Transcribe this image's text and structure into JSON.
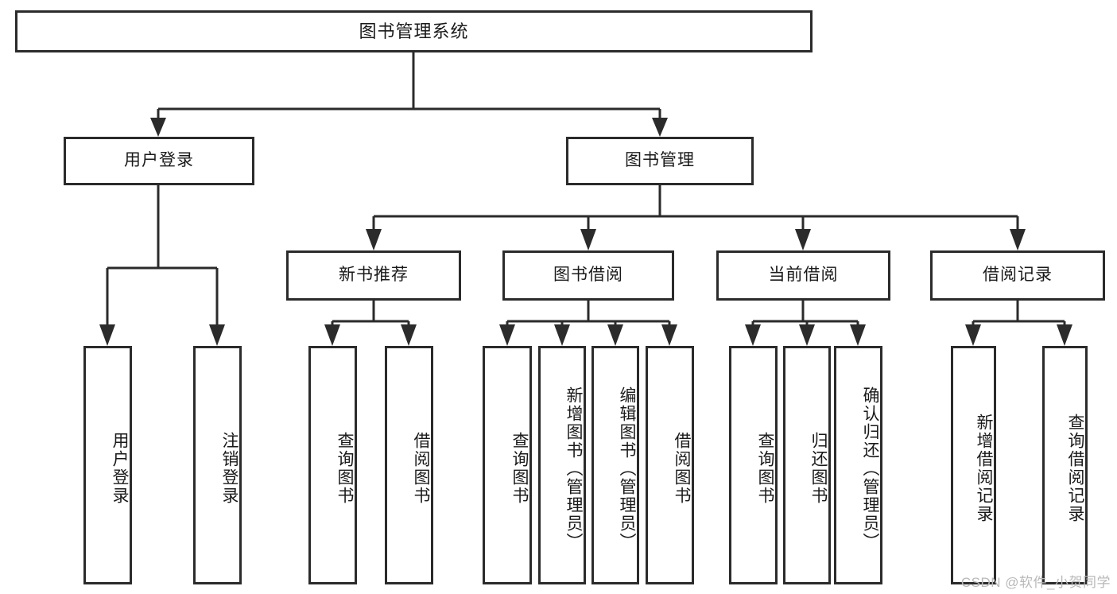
{
  "diagram": {
    "title": "图书管理系统",
    "type": "tree",
    "colors": {
      "background": "#ffffff",
      "box_fill": "#ffffff",
      "stroke": "#2b2b2b",
      "text": "#1a1a1a",
      "watermark": "#b8b8b8"
    },
    "root": {
      "label": "图书管理系统"
    },
    "level2": [
      {
        "id": "user-login",
        "label": "用户登录"
      },
      {
        "id": "book-manage",
        "label": "图书管理"
      }
    ],
    "level3": [
      {
        "id": "new-book-recommend",
        "label": "新书推荐"
      },
      {
        "id": "book-borrow",
        "label": "图书借阅"
      },
      {
        "id": "current-borrow",
        "label": "当前借阅"
      },
      {
        "id": "borrow-record",
        "label": "借阅记录"
      }
    ],
    "leaves": {
      "user_login": [
        {
          "id": "leaf-user-login",
          "label": "用户登录"
        },
        {
          "id": "leaf-logout-login",
          "label": "注销登录"
        }
      ],
      "new_book_recommend": [
        {
          "id": "leaf-query-book-1",
          "label": "查询图书"
        },
        {
          "id": "leaf-borrow-book-1",
          "label": "借阅图书"
        }
      ],
      "book_borrow": [
        {
          "id": "leaf-query-book-2",
          "label": "查询图书"
        },
        {
          "id": "leaf-add-book",
          "label": "新增图书（管理员）"
        },
        {
          "id": "leaf-edit-book",
          "label": "编辑图书（管理员）"
        },
        {
          "id": "leaf-borrow-book-2",
          "label": "借阅图书"
        }
      ],
      "current_borrow": [
        {
          "id": "leaf-query-book-3",
          "label": "查询图书"
        },
        {
          "id": "leaf-return-book",
          "label": "归还图书"
        },
        {
          "id": "leaf-confirm-return",
          "label": "确认归还（管理员）"
        }
      ],
      "borrow_record": [
        {
          "id": "leaf-add-record",
          "label": "新增借阅记录"
        },
        {
          "id": "leaf-query-record",
          "label": "查询借阅记录"
        }
      ]
    }
  },
  "watermark": {
    "text": "CSDN @软件_小贺同学"
  }
}
